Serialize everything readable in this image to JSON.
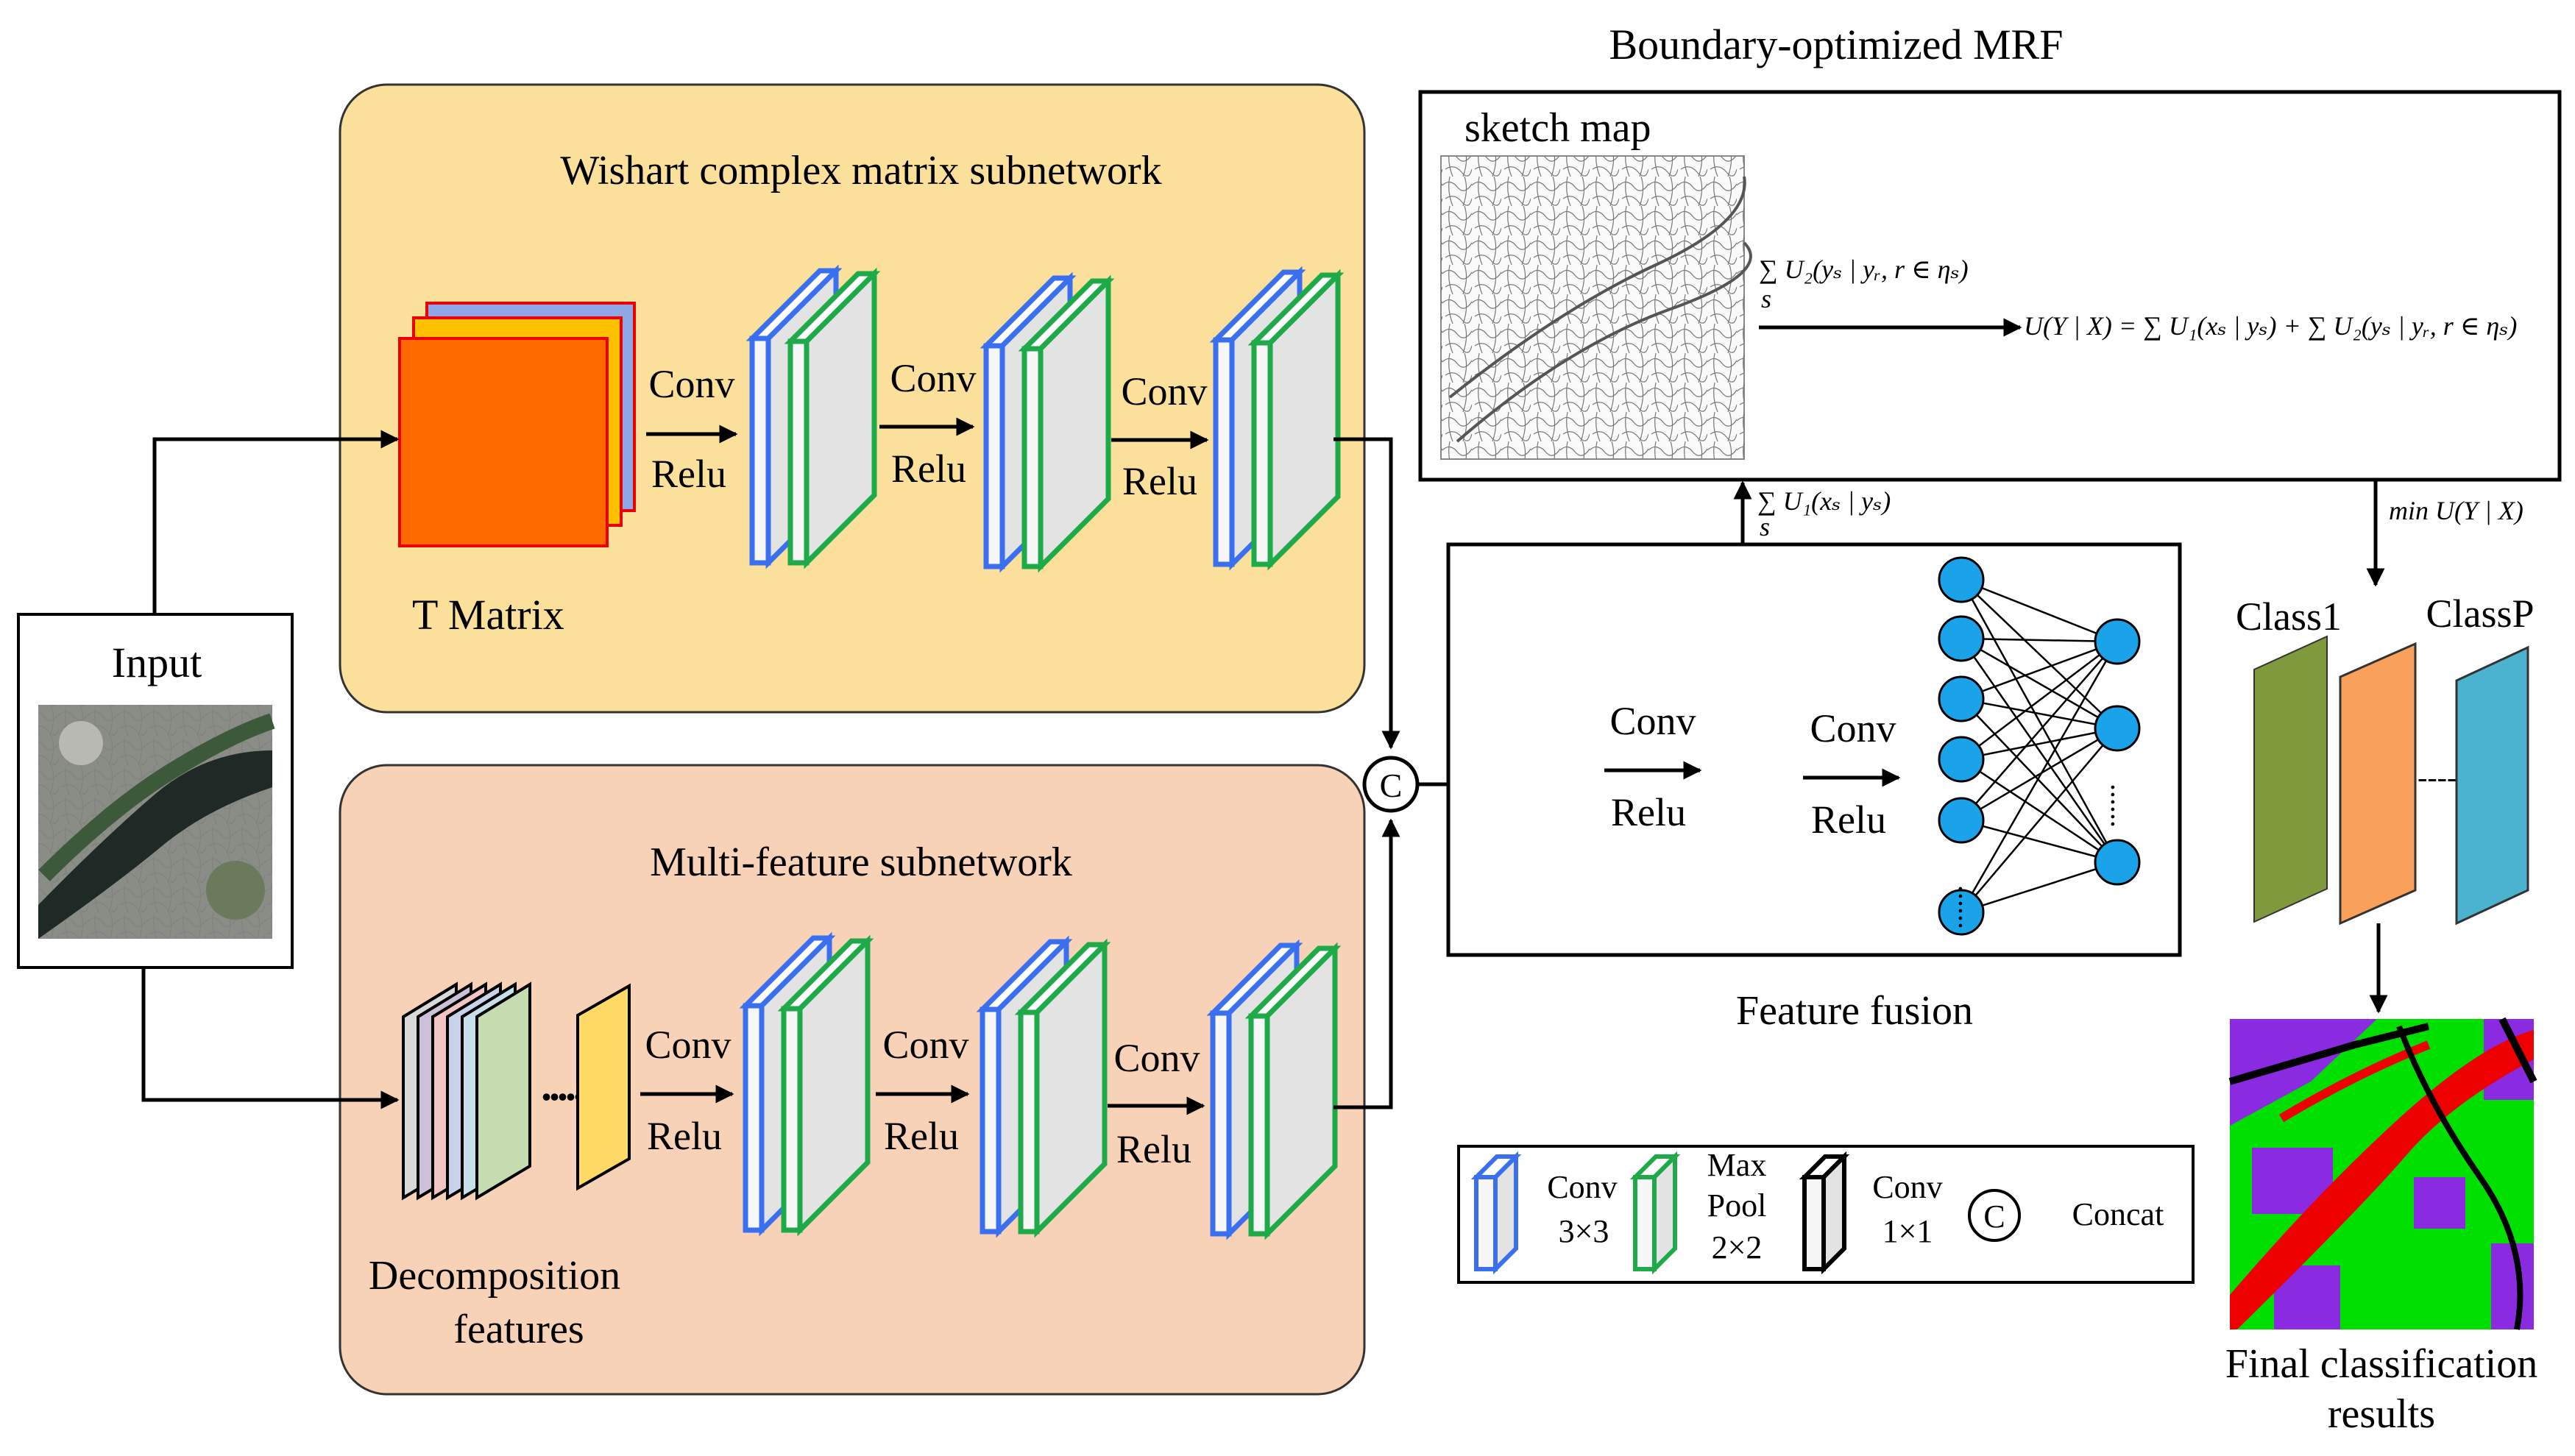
{
  "colors": {
    "wishart_panel": "#fbe09c",
    "multifeature_panel": "#f8d2b6",
    "t_matrix_front": "#ff6a00",
    "t_matrix_mid": "#ffc000",
    "t_matrix_back": "#8fa7e6",
    "conv3_stroke": "#3a6ff0",
    "maxpool_stroke": "#1faa4a",
    "conv1_stroke": "#000000",
    "neuron_fill": "#1aa3e8",
    "class1": "#7f9a3c",
    "class2": "#f9a05a",
    "classP": "#4bb3cf",
    "map_purple": "#8a2be2",
    "map_green": "#00e000",
    "map_red": "#ee0000"
  },
  "icons": [
    "arrow-icon",
    "concat-icon",
    "neuron-icon"
  ],
  "title": "Boundary-optimized MRF",
  "wishart": {
    "title": "Wishart complex matrix subnetwork",
    "t_matrix_label": "T Matrix"
  },
  "multi_feature": {
    "title": "Multi-feature subnetwork",
    "decomp_line1": "Decomposition",
    "decomp_line2": "features"
  },
  "input_label": "Input",
  "conv_label": "Conv",
  "relu_label": "Relu",
  "concat_symbol": "C",
  "ellipsis": "......",
  "dashes": "-----",
  "sketch_map_label": "sketch map",
  "feature_fusion_label": "Feature fusion",
  "formulas": {
    "sum_u2": "∑ U₂(yₛ | yᵣ, r ∈ ηₛ)",
    "sum_u1": "∑ U₁(xₛ | yₛ)",
    "energy": "U(Y | X) = ∑ U₁(xₛ | yₛ) + ∑ U₂(yₛ | yᵣ, r ∈ ηₛ)",
    "min_u": "min U(Y | X)",
    "sum_index": "s"
  },
  "class1_label": "Class1",
  "classP_label": "ClassP",
  "final_line1": "Final classification",
  "final_line2": "results",
  "legend": {
    "conv3_line1": "Conv",
    "conv3_line2": "3×3",
    "pool_line1": "Max",
    "pool_line2": "Pool",
    "pool_line3": "2×2",
    "conv1_line1": "Conv",
    "conv1_line2": "1×1",
    "concat_label": "Concat"
  }
}
